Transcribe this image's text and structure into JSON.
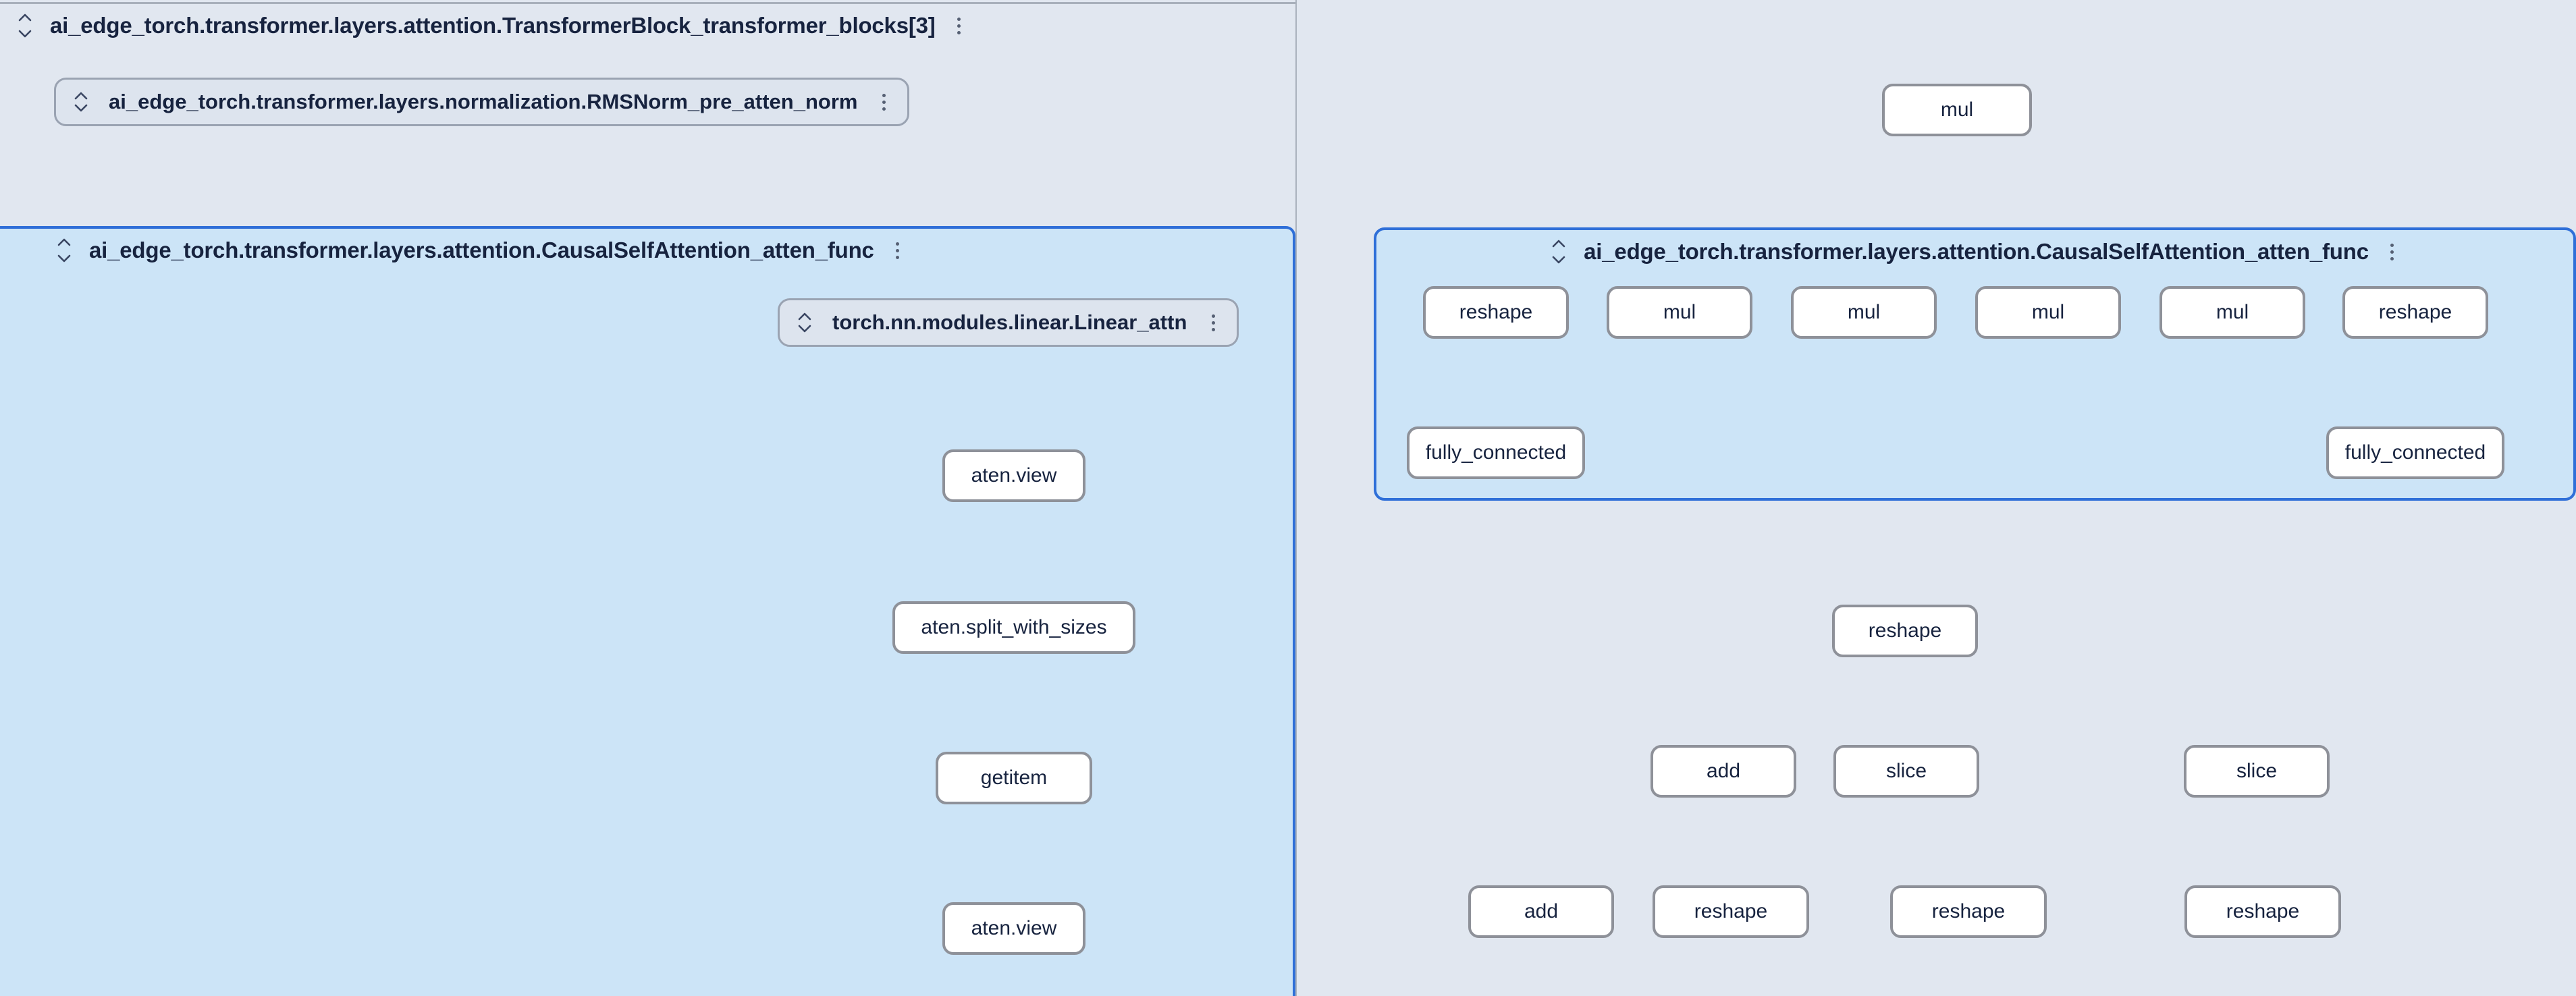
{
  "app": {
    "view": "model-explorer-graph",
    "colors": {
      "canvas_bg": "#e1e7f0",
      "selected_group_bg": "#cce4f7",
      "selected_group_border": "#2f6fd8",
      "node_bg": "#ffffff",
      "node_border": "#8e9199",
      "module_pill_bg": "#dde4ee",
      "module_pill_border": "#9aa3b2",
      "edge": "#9e9e9e",
      "text": "#17233f"
    }
  },
  "panes": [
    {
      "id": "left-pane",
      "name": "left-graph-pane"
    },
    {
      "id": "right-pane",
      "name": "right-graph-pane"
    }
  ],
  "left_pane": {
    "outer_group": {
      "label": "ai_edge_torch.transformer.layers.attention.TransformerBlock_transformer_blocks[3]",
      "expand_icon": "collapse-vertical-icon",
      "menu_icon": "kebab-menu-icon"
    },
    "module_nodes": [
      {
        "label": "ai_edge_torch.transformer.layers.normalization.RMSNorm_pre_atten_norm",
        "expand_icon": "expand-vertical-icon",
        "menu_icon": "kebab-menu-icon"
      },
      {
        "label": "torch.nn.modules.linear.Linear_attn",
        "expand_icon": "expand-vertical-icon",
        "menu_icon": "kebab-menu-icon"
      }
    ],
    "selected_group": {
      "label": "ai_edge_torch.transformer.layers.attention.CausalSelfAttention_atten_func",
      "expand_icon": "collapse-vertical-icon",
      "menu_icon": "kebab-menu-icon",
      "selected": true
    },
    "op_nodes": [
      {
        "label": "aten.view"
      },
      {
        "label": "aten.split_with_sizes"
      },
      {
        "label": "getitem"
      },
      {
        "label": "aten.view"
      }
    ]
  },
  "right_pane": {
    "top_op_nodes": [
      {
        "label": "mul"
      }
    ],
    "selected_group": {
      "label": "ai_edge_torch.transformer.layers.attention.CausalSelfAttention_atten_func",
      "expand_icon": "collapse-vertical-icon",
      "menu_icon": "kebab-menu-icon",
      "selected": true
    },
    "group_row_nodes": [
      {
        "label": "reshape"
      },
      {
        "label": "mul"
      },
      {
        "label": "mul"
      },
      {
        "label": "mul"
      },
      {
        "label": "mul"
      },
      {
        "label": "reshape"
      }
    ],
    "group_row2_nodes": [
      {
        "label": "fully_connected"
      },
      {
        "label": "fully_connected"
      }
    ],
    "below_nodes_row1": [
      {
        "label": "reshape"
      }
    ],
    "below_nodes_row2": [
      {
        "label": "add"
      },
      {
        "label": "slice"
      },
      {
        "label": "slice"
      }
    ],
    "below_nodes_row3": [
      {
        "label": "add"
      },
      {
        "label": "reshape"
      },
      {
        "label": "reshape"
      },
      {
        "label": "reshape"
      }
    ]
  }
}
